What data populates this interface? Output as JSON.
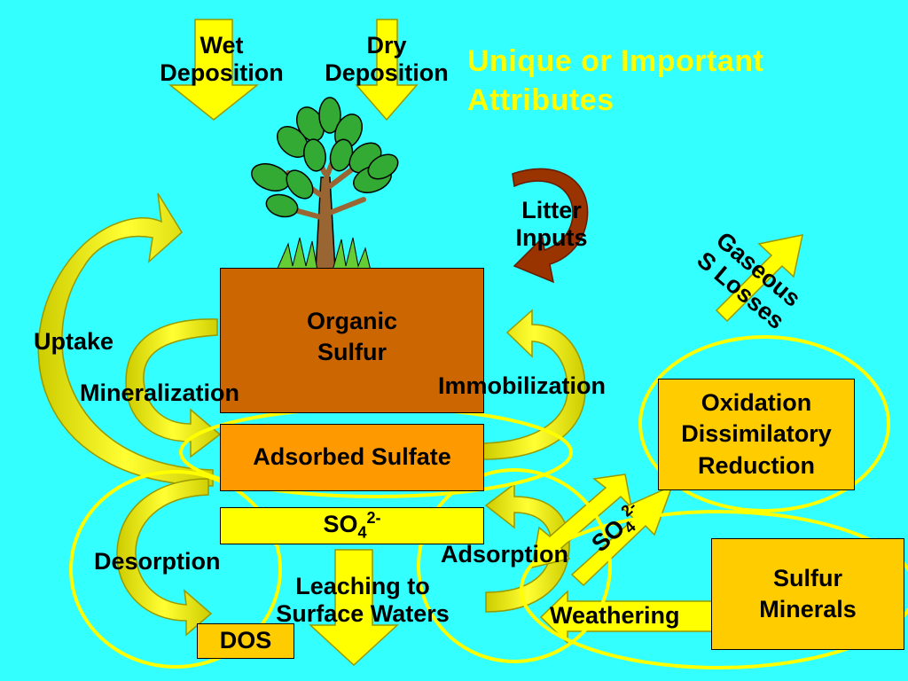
{
  "title": {
    "line1": "Unique or Important",
    "line2": "Attributes"
  },
  "inputs": {
    "wet": {
      "line1": "Wet",
      "line2": "Deposition"
    },
    "dry": {
      "line1": "Dry",
      "line2": "Deposition"
    }
  },
  "boxes": {
    "organic": {
      "line1": "Organic",
      "line2": "Sulfur"
    },
    "adsorbed": "Adsorbed Sulfate",
    "so4": {
      "base": "SO",
      "sub": "4",
      "sup": "2-"
    },
    "dos": "DOS",
    "oxidation": {
      "line1": "Oxidation",
      "line2": "Dissimilatory",
      "line3": "Reduction"
    },
    "minerals": {
      "line1": "Sulfur",
      "line2": "Minerals"
    }
  },
  "processes": {
    "uptake": "Uptake",
    "mineralization": "Mineralization",
    "immobilization": "Immobilization",
    "litter": {
      "line1": "Litter",
      "line2": "Inputs"
    },
    "gaseous": {
      "line1": "Gaseous",
      "line2": "S Losses"
    },
    "desorption": "Desorption",
    "adsorption": "Adsorption",
    "leaching": {
      "line1": "Leaching to",
      "line2": "Surface Waters"
    },
    "weathering": "Weathering",
    "so4_diag": {
      "base": "SO",
      "sub": "4",
      "sup": "2-"
    }
  },
  "colors": {
    "background": "#33ffff",
    "organic_box": "#cc6600",
    "adsorbed_box": "#ff9900",
    "yellow_box": "#ffcc00",
    "arrow_yellow": "#ffff00",
    "arrow_dark": "#cccc00",
    "highlight_ring": "#ffff00",
    "litter_arrow": "#993300",
    "title": "#ffff00"
  }
}
